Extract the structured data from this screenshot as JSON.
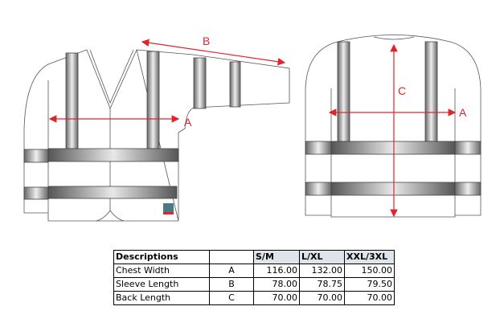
{
  "diagram": {
    "front_labels": {
      "sleeve": "B",
      "chest": "A"
    },
    "back_labels": {
      "length": "C",
      "chest": "A"
    },
    "accent_color": "#e0242c"
  },
  "table": {
    "headers": [
      "Descriptions",
      "",
      "S/M",
      "L/XL",
      "XXL/3XL"
    ],
    "rows": [
      {
        "description": "Chest Width",
        "code": "A",
        "values": [
          "116.00",
          "132.00",
          "150.00"
        ]
      },
      {
        "description": "Sleeve Length",
        "code": "B",
        "values": [
          "78.00",
          "78.75",
          "79.50"
        ]
      },
      {
        "description": "Back Length",
        "code": "C",
        "values": [
          "70.00",
          "70.00",
          "70.00"
        ]
      }
    ]
  }
}
